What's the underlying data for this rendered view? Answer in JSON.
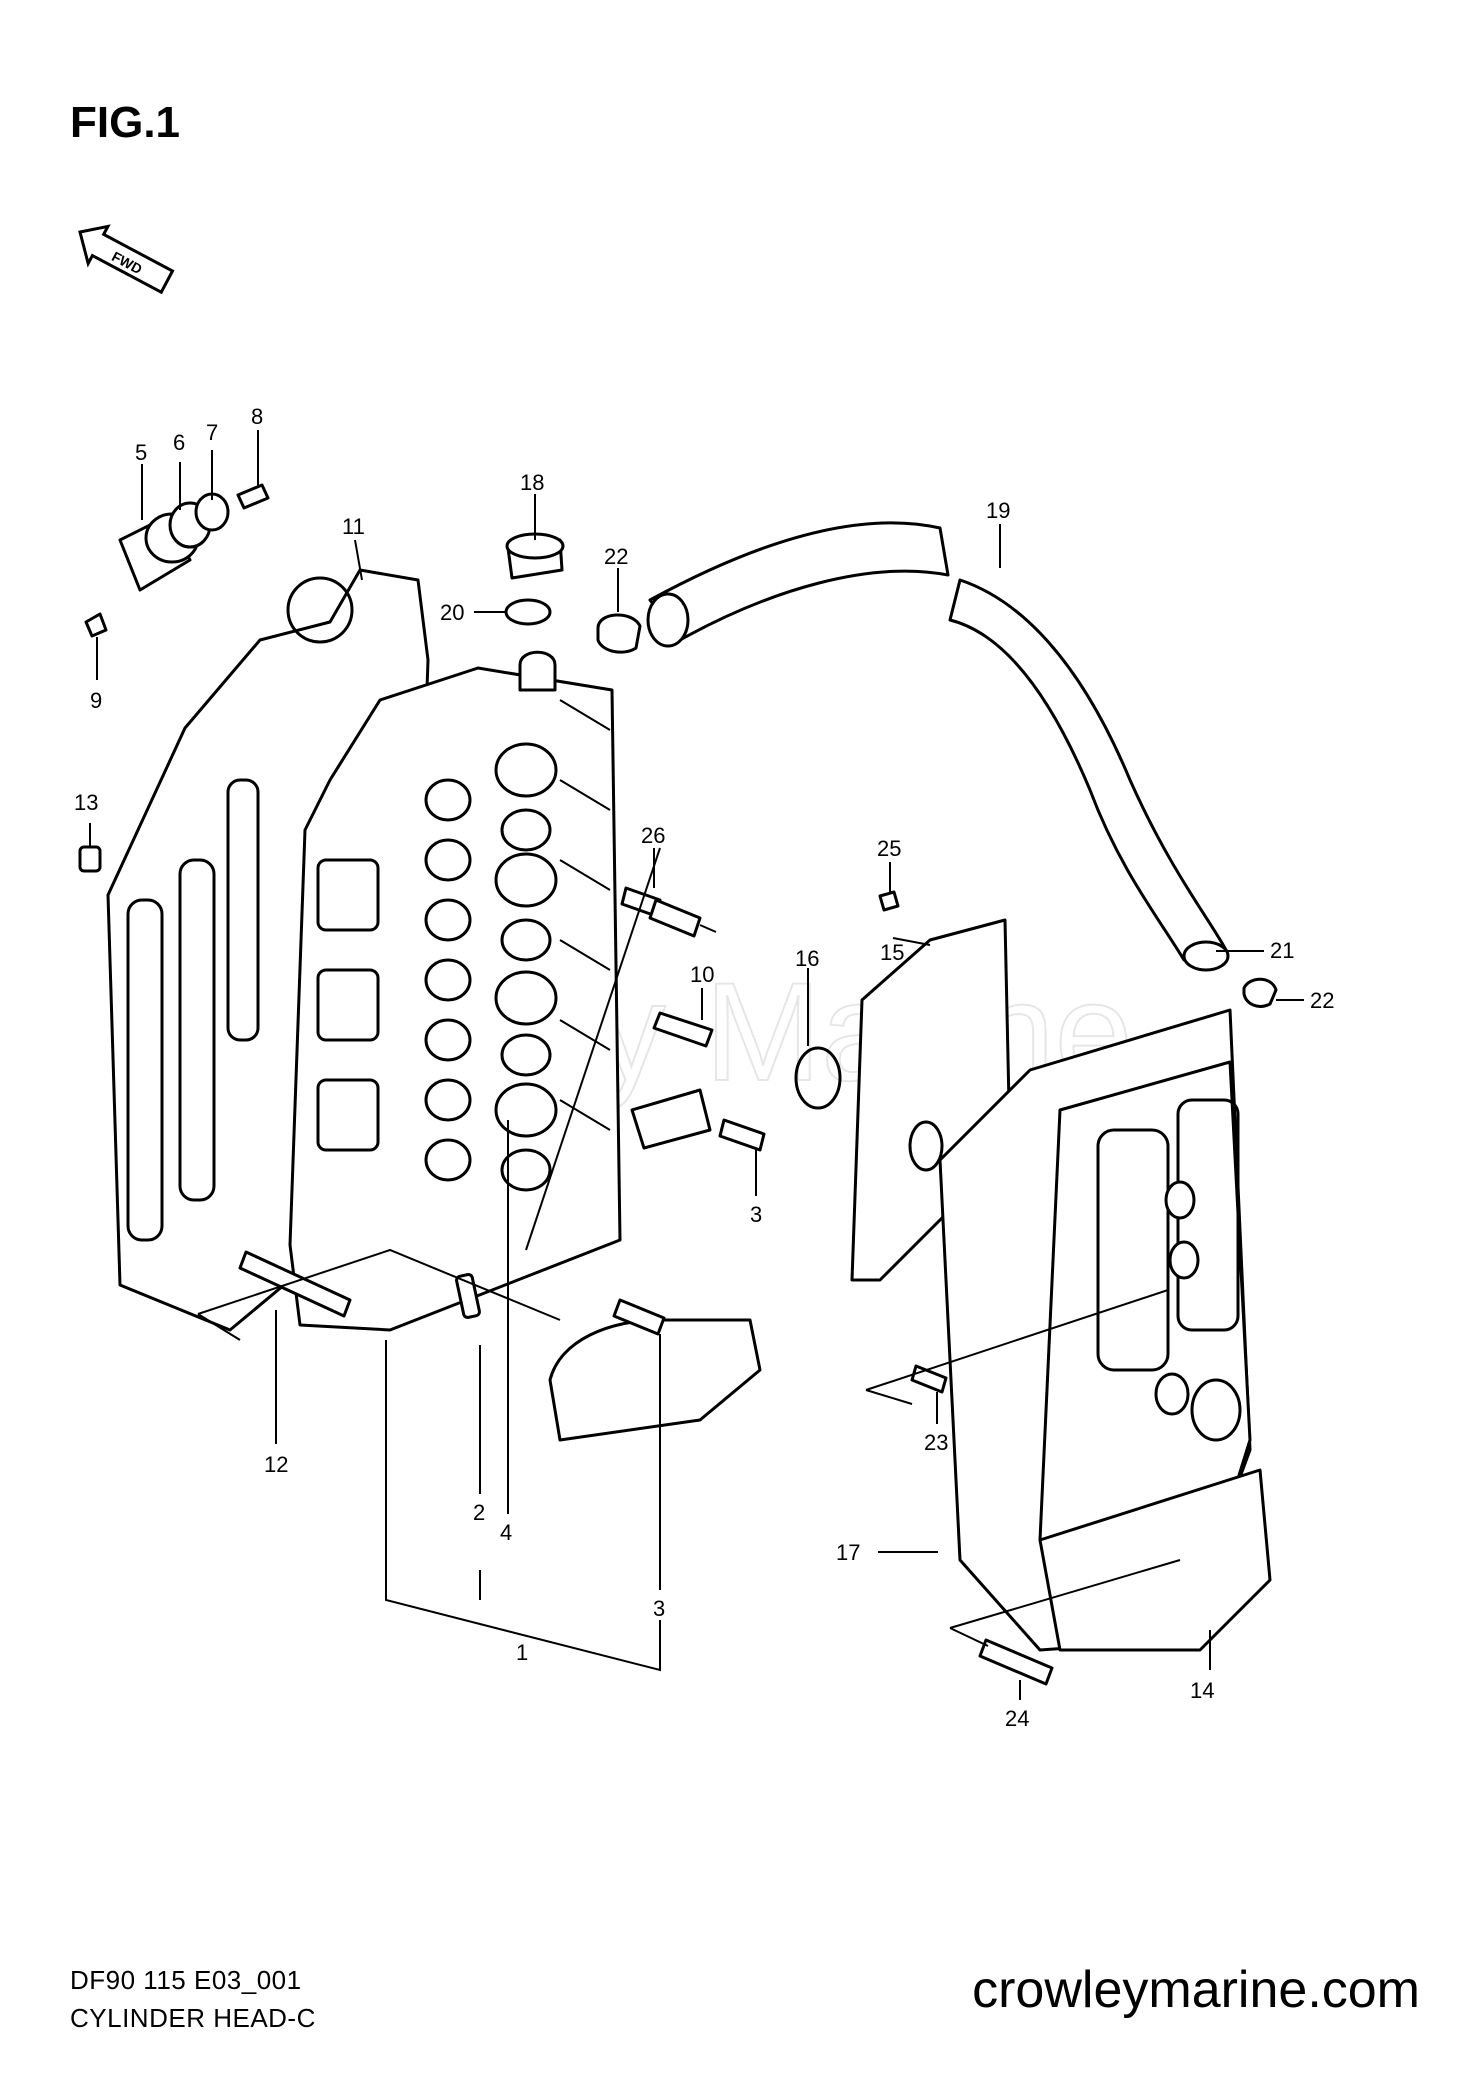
{
  "figure": {
    "title": "FIG.1",
    "fwd_label": "FWD"
  },
  "watermark": "Crowley Marine",
  "footer": {
    "code": "DF90 115 E03_001",
    "name": "CYLINDER HEAD-C"
  },
  "site": "crowleymarine.com",
  "callouts": [
    {
      "id": "c5",
      "text": "5"
    },
    {
      "id": "c6",
      "text": "6"
    },
    {
      "id": "c7",
      "text": "7"
    },
    {
      "id": "c8",
      "text": "8"
    },
    {
      "id": "c9",
      "text": "9"
    },
    {
      "id": "c11",
      "text": "11"
    },
    {
      "id": "c13",
      "text": "13"
    },
    {
      "id": "c18",
      "text": "18"
    },
    {
      "id": "c20",
      "text": "20"
    },
    {
      "id": "c22a",
      "text": "22"
    },
    {
      "id": "c19",
      "text": "19"
    },
    {
      "id": "c26",
      "text": "26"
    },
    {
      "id": "c25",
      "text": "25"
    },
    {
      "id": "c16",
      "text": "16"
    },
    {
      "id": "c15",
      "text": "15"
    },
    {
      "id": "c21",
      "text": "21"
    },
    {
      "id": "c22b",
      "text": "22"
    },
    {
      "id": "c10",
      "text": "10"
    },
    {
      "id": "c3a",
      "text": "3"
    },
    {
      "id": "c23",
      "text": "23"
    },
    {
      "id": "c12",
      "text": "12"
    },
    {
      "id": "c2",
      "text": "2"
    },
    {
      "id": "c4",
      "text": "4"
    },
    {
      "id": "c17",
      "text": "17"
    },
    {
      "id": "c3b",
      "text": "3"
    },
    {
      "id": "c1",
      "text": "1"
    },
    {
      "id": "c14",
      "text": "14"
    },
    {
      "id": "c24",
      "text": "24"
    }
  ]
}
